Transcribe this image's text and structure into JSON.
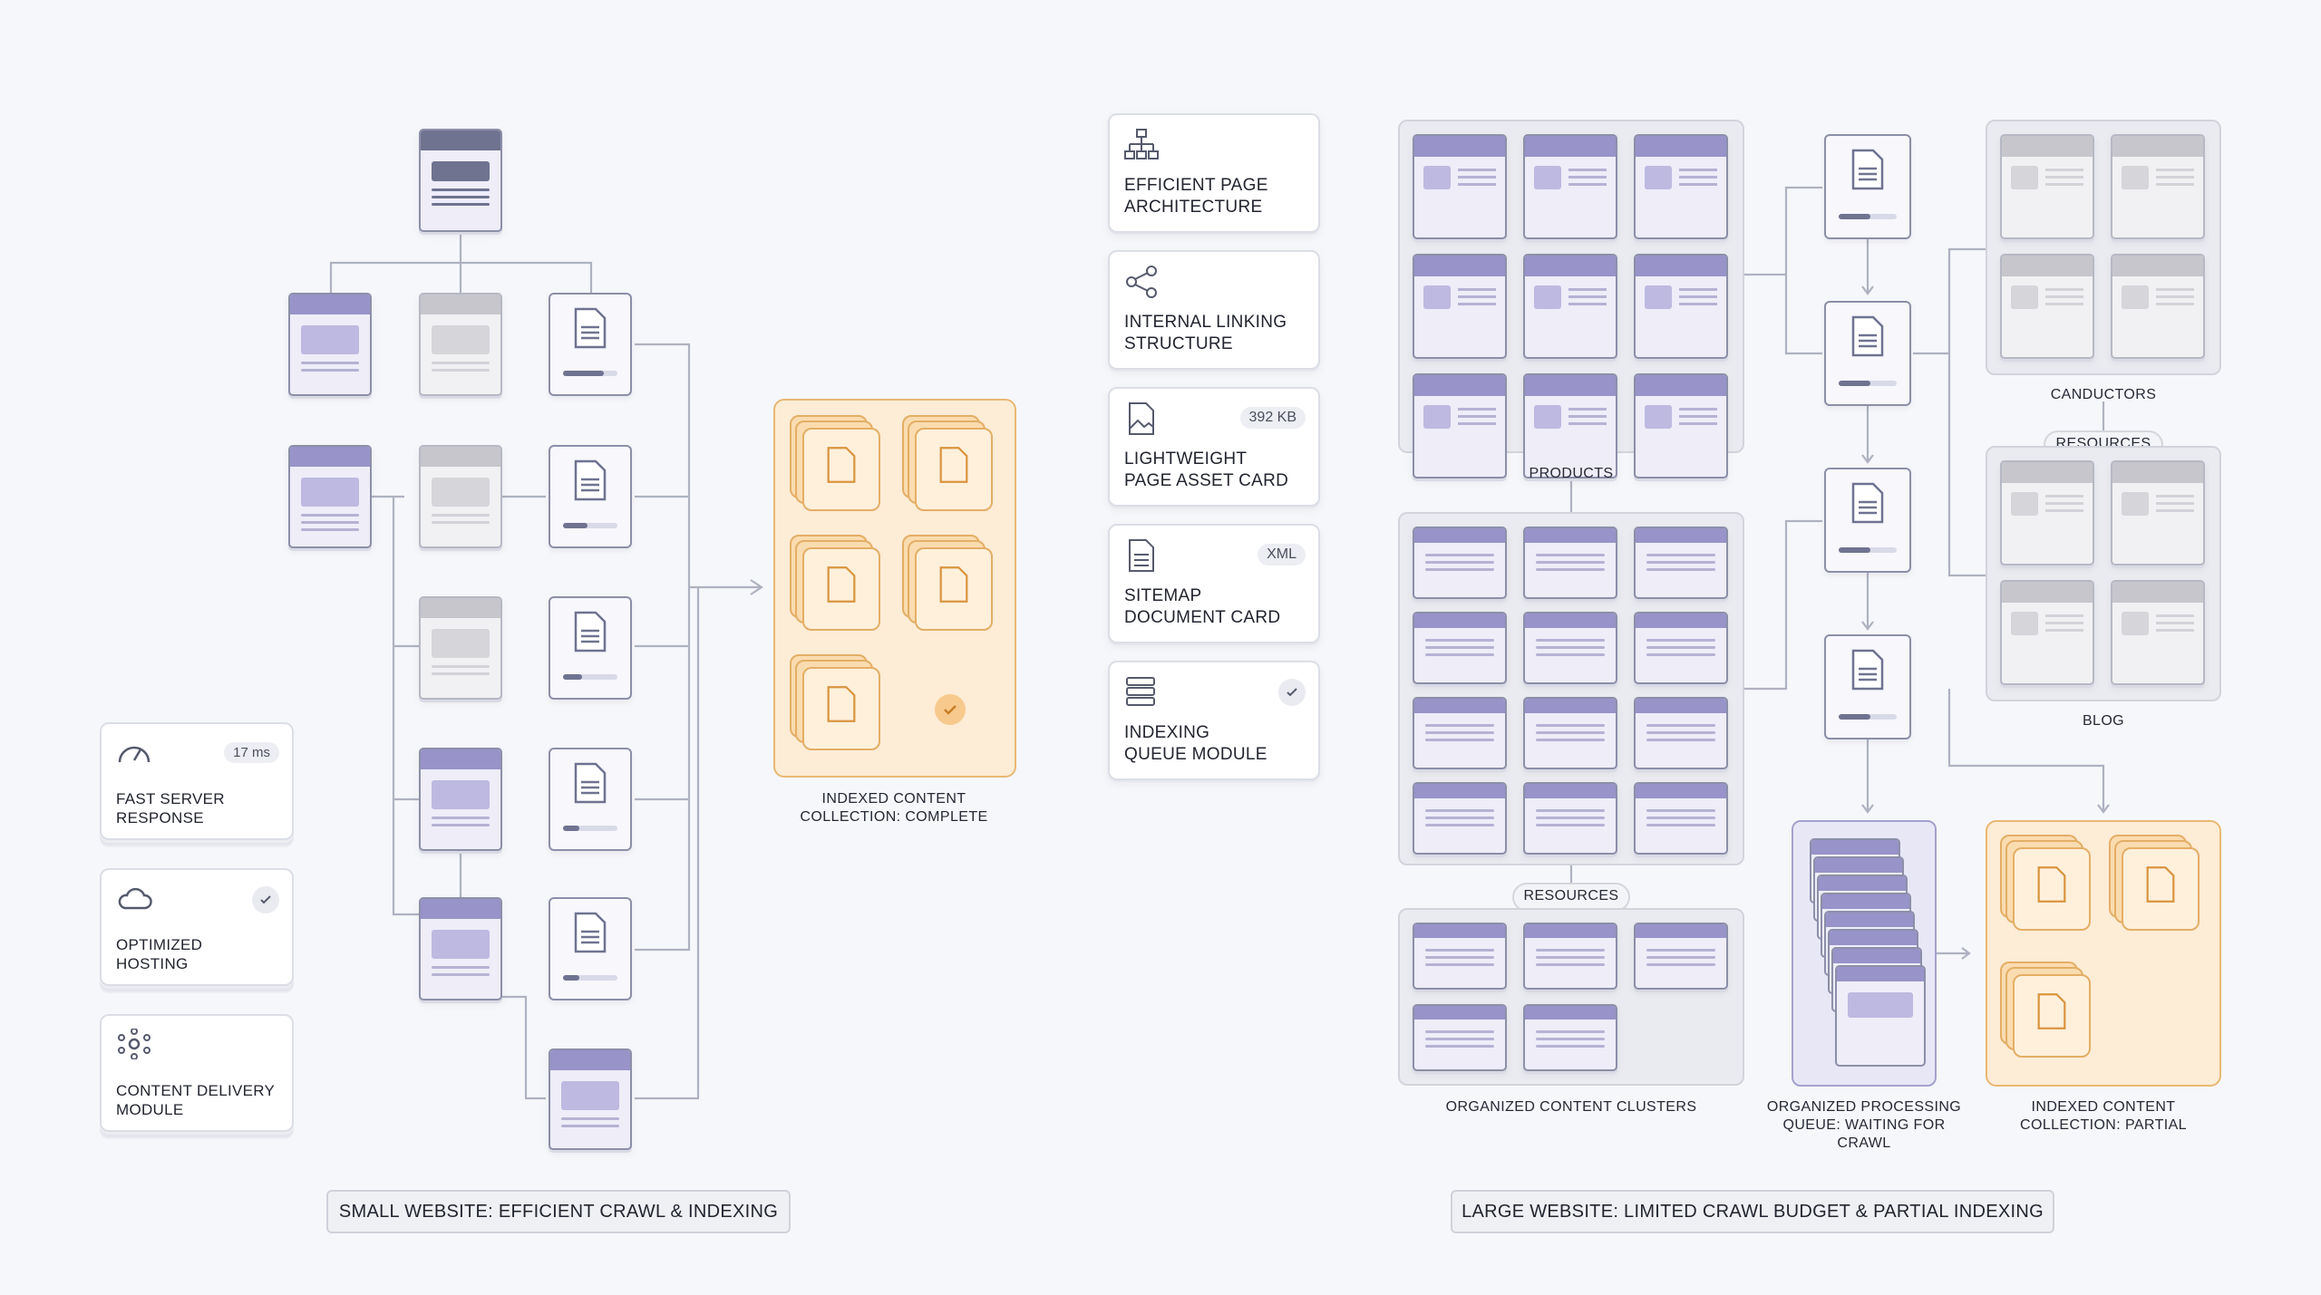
{
  "left": {
    "caption": "SMALL WEBSITE: EFFICIENT CRAWL & INDEXING",
    "indexed_label": "INDEXED CONTENT\nCOLLECTION: COMPLETE",
    "infra_cards": [
      {
        "title": "FAST SERVER\nRESPONSE",
        "badge": "17 ms",
        "icon": "speedometer-icon"
      },
      {
        "title": "OPTIMIZED\nHOSTING",
        "badge": "",
        "icon": "cloud-icon"
      },
      {
        "title": "CONTENT DELIVERY\nMODULE",
        "badge": "",
        "icon": "network-hub-icon"
      }
    ]
  },
  "middle": {
    "cards": [
      {
        "title": "EFFICIENT PAGE\nARCHITECTURE",
        "badge": "",
        "icon": "sitemap-tree-icon"
      },
      {
        "title": "INTERNAL LINKING\nSTRUCTURE",
        "badge": "",
        "icon": "share-nodes-icon"
      },
      {
        "title": "LIGHTWEIGHT\nPAGE ASSET CARD",
        "badge": "392 KB",
        "icon": "image-file-icon"
      },
      {
        "title": "SITEMAP\nDOCUMENT CARD",
        "badge": "XML",
        "icon": "document-icon"
      },
      {
        "title": "INDEXING\nQUEUE MODULE",
        "badge": "",
        "icon": "queue-stack-icon"
      }
    ]
  },
  "right": {
    "caption": "LARGE WEBSITE: LIMITED CRAWL BUDGET & PARTIAL INDEXING",
    "products_label": "PRODUCTS",
    "resources_pill_left": "RESOURCES",
    "clusters_label": "ORGANIZED CONTENT CLUSTERS",
    "queue_label": "ORGANIZED PROCESSING\nQUEUE: WAITING FOR\nCRAWL",
    "indexed_label": "INDEXED CONTENT\nCOLLECTION: PARTIAL",
    "candutors_label": "CANDUCTORS",
    "resources_pill_right": "RESOURCES",
    "blog_label": "BLOG"
  },
  "colors": {
    "accent_purple": "#9893c8",
    "accent_orange": "#e9b873",
    "background": "#f6f7fa"
  }
}
